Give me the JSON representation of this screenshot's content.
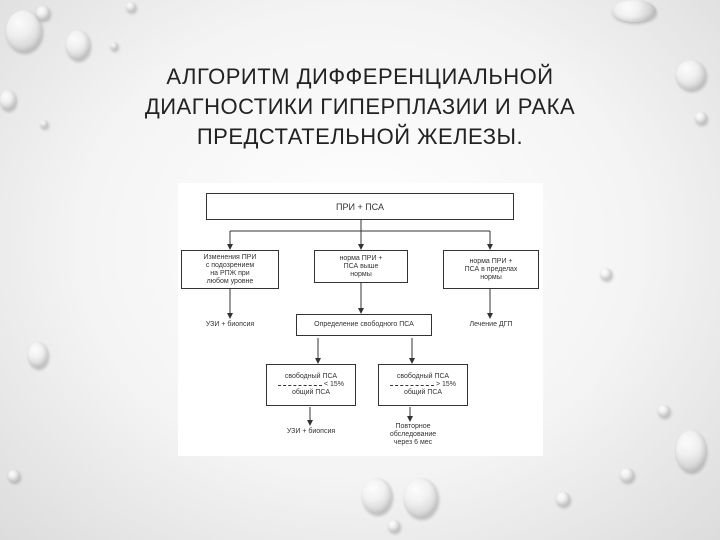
{
  "slide": {
    "title_lines": [
      "АЛГОРИТМ ДИФФЕРЕНЦИАЛЬНОЙ",
      "ДИАГНОСТИКИ ГИПЕРПЛАЗИИ И РАКА",
      "ПРЕДСТАТЕЛЬНОЙ ЖЕЛЕЗЫ."
    ]
  },
  "diagram": {
    "root": "ПРИ + ПСА",
    "branch_left": [
      "Изменения ПРИ",
      "с подозрением",
      "на РПЖ при",
      "любом уровне"
    ],
    "branch_mid": [
      "норма ПРИ +",
      "ПСА выше",
      "нормы"
    ],
    "branch_right": [
      "норма ПРИ +",
      "ПСА в пределах",
      "нормы"
    ],
    "left_result": "УЗИ + биопсия",
    "mid_next": "Определение свободного ПСА",
    "right_result": "Лечение ДГП",
    "ratio_low": {
      "numerator": "свободный ПСА",
      "op": "< 15%",
      "denominator": "общий ПСА"
    },
    "ratio_high": {
      "numerator": "свободный ПСА",
      "op": "> 15%",
      "denominator": "общий ПСА"
    },
    "low_result": "УЗИ + биопсия",
    "high_result": [
      "Повторное",
      "обследование",
      "через 6 мес"
    ]
  }
}
